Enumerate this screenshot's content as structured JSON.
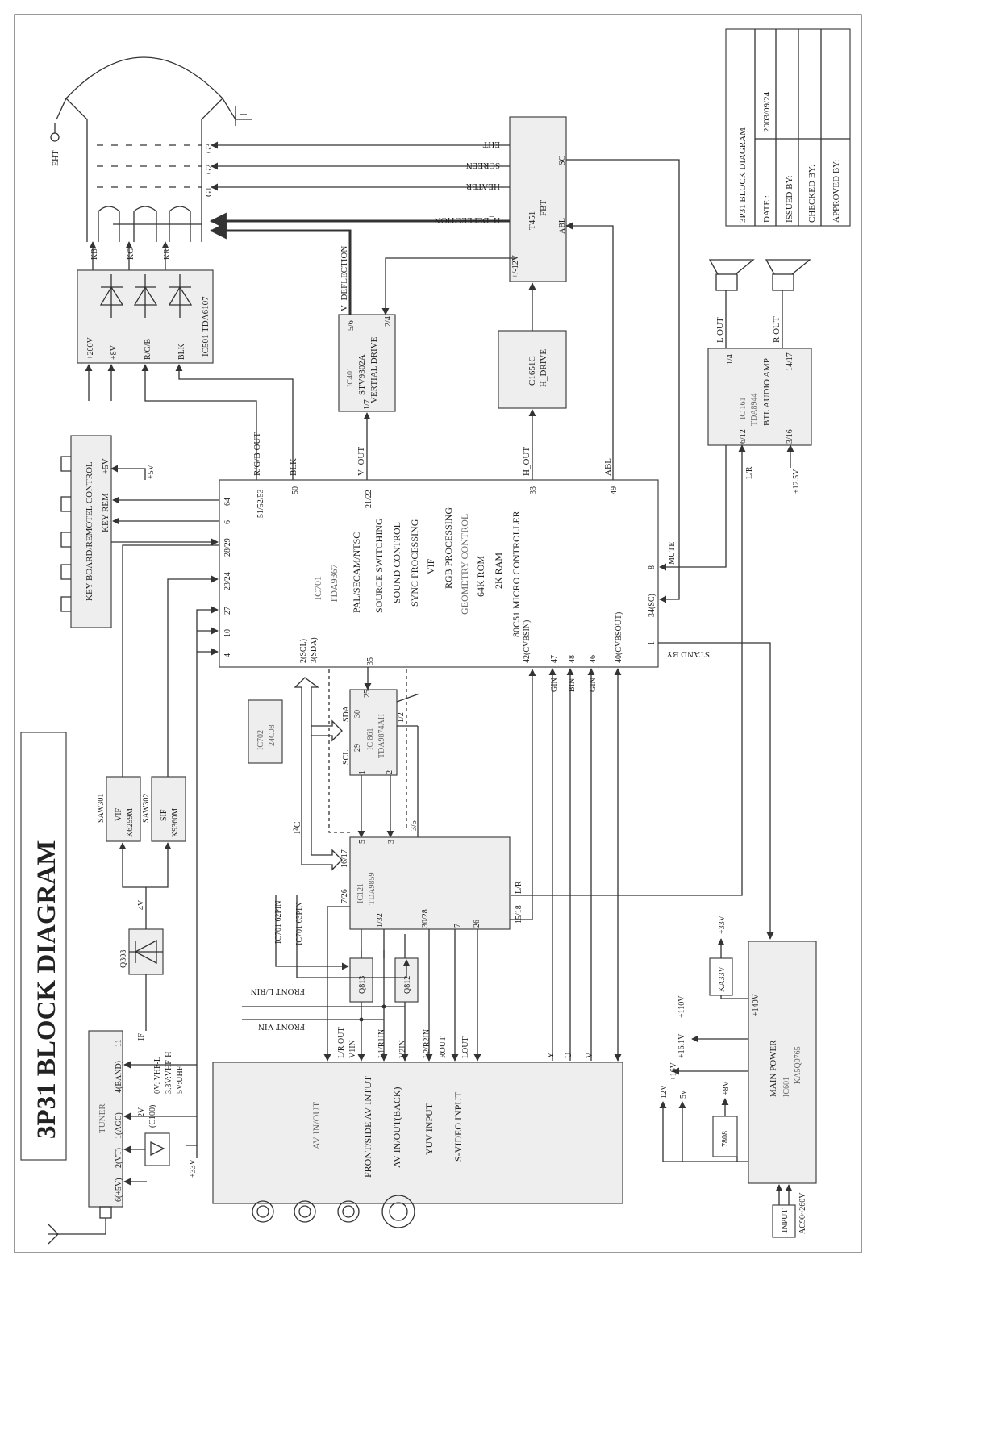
{
  "title_block": {
    "main_title": "3P31  BLOCK DIAGRAM"
  },
  "revision": {
    "title": "3P31  BLOCK DIAGRAM",
    "date_label": "DATE      :",
    "date_value": "2003/09/24",
    "issued": "ISSUED     BY:",
    "checked": "CHECKED   BY:",
    "approved": "APPROVED BY:"
  },
  "ic501": {
    "title": "IC501  TDA6107",
    "pins": [
      "+200V",
      "+8V",
      "R/G/B",
      "BLK"
    ]
  },
  "t451": {
    "title": "T451",
    "subtitle": "FBT",
    "pins": [
      "SC",
      "ABL",
      "+/-12V"
    ],
    "signals": [
      "EHT",
      "SCREEN",
      "HEATER",
      "H_DEFLECTION"
    ]
  },
  "ic401": {
    "title": "IC401",
    "subtitle": "STV9302A",
    "function": "VERTIAL DRIVE",
    "pins": [
      "5/6",
      "2/4",
      "1/7"
    ]
  },
  "c1651c": {
    "title": "C1651C",
    "function": "H_DRIVE"
  },
  "keyboard": {
    "title": "KEY BOARD/REMOTEL CONTROL",
    "key_rem": "KEY REM",
    "v5": "+5V"
  },
  "ic701": {
    "title": "IC701",
    "subtitle": "TDA9367",
    "functions": [
      "PAL/SECAM/NTSC",
      "SOURCE SWITCHING",
      "SOUND CONTROL",
      "SYNC PROCESSING",
      "VIF",
      "RGB PROCESSING",
      "GEOMETRY CONTROL",
      "64K ROM",
      "2K RAM",
      "80C51 MICRO CONTROLLER"
    ],
    "pins": [
      "51/52/53",
      "50",
      "21/22",
      "33",
      "49",
      "64",
      "6",
      "28/29",
      "23/24",
      "27",
      "10",
      "4",
      "2(SCL)",
      "3(SDA)",
      "42(CVBSIN)",
      "47",
      "48",
      "46",
      "40(CVBSOUT)",
      "8",
      "34(SC)",
      "1",
      "35"
    ]
  },
  "ic161": {
    "title": "IC 161",
    "subtitle": "TDA8944",
    "function": "BTL AUDIO AMP",
    "pins": [
      "1/4",
      "14/17",
      "6/12",
      "3/16"
    ]
  },
  "ic702": {
    "title": "IC702",
    "subtitle": "24C08"
  },
  "ic861": {
    "title": "IC 861",
    "subtitle": "TDA9874AH",
    "pins": [
      "SCL",
      "SDA",
      "29",
      "30",
      "25",
      "1/2",
      "1",
      "2"
    ]
  },
  "ic121": {
    "title": "IC121",
    "subtitle": "TDA9859",
    "pins": [
      "16/17",
      "7/26",
      "5",
      "3",
      "3/5",
      "1/32",
      "30/28",
      "7",
      "26",
      "L/R",
      "15/18"
    ]
  },
  "saw": [
    {
      "title": "SAW301",
      "function": "VIF",
      "part": "K6259M"
    },
    {
      "title": "SAW302",
      "function": "SIF",
      "part": "K9360M"
    }
  ],
  "q308": {
    "title": "Q308"
  },
  "q813": {
    "title": "Q813"
  },
  "q812": {
    "title": "Q812"
  },
  "tuner": {
    "title": "TUNER",
    "pins": [
      "11",
      "4(BAND)",
      "1(AGC)",
      "2(VT)",
      "6(+5V)"
    ],
    "band_notes": [
      "0V: VHF-L",
      "3.3V:VHF-H",
      "5V:UHF"
    ]
  },
  "av_io": {
    "title": "AV IN/OUT",
    "functions": [
      "FRONT/SIDE AV INTUT",
      "AV IN/OUT(BACK)",
      "YUV INPUT",
      "S-VIDEO INPUT"
    ],
    "pins": [
      "L/R OUT",
      "V1IN",
      "L1/R1IN",
      "V2IN",
      "L2/R2IN",
      "ROUT",
      "LOUT",
      "Y",
      "U",
      "V"
    ]
  },
  "main_power": {
    "title": "MAIN POWER",
    "ic": "IC601",
    "part": "KA5Q0765",
    "v140": "+140V"
  },
  "ka33v": {
    "title": "KA33V"
  },
  "u7808": {
    "title": "7808"
  },
  "input": {
    "title": "INPUT",
    "voltage": "AC90~260V"
  },
  "labels": {
    "eht": "EHT",
    "g3": "G3",
    "g2": "G2",
    "g1": "G1",
    "kb": "KB",
    "kg": "KG",
    "kr": "KR",
    "rgb_out": "R/G/B OUT",
    "blk": "BLK",
    "v_out": "V_OUT",
    "h_out": "H_OUT",
    "abl": "ABL",
    "v_deflection": "V_DEFLECTION",
    "keyboard_5v": "+5V",
    "mute": "MUTE",
    "stand_by": "STAND BY",
    "l_out": "L OUT",
    "r_out": "R OUT",
    "v12_5": "+12.5V",
    "lr": "L/R",
    "i2c": "I²C",
    "gin": "GIN",
    "bin": "BIN",
    "gin2": "GIN",
    "v4": "4V",
    "if": "IF",
    "v2": "2V",
    "c100": "(C100)",
    "v33": "+33V",
    "ic701_62pin": "IC701 62PIN",
    "ic701_63pin": "IC701 63PIN",
    "front_lrin": "FRONT L/RIN",
    "front_vin": "FRONT VIN",
    "v33_main": "+33V",
    "v16_1": "+16.1V",
    "v110": "+110V",
    "v16": "+16V",
    "v8": "+8V",
    "v12": "12V",
    "v5_main": "5v"
  }
}
